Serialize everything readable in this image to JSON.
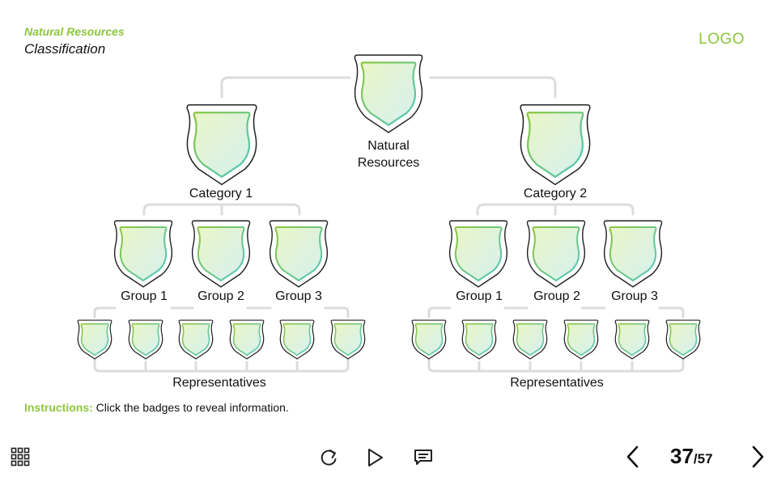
{
  "header": {
    "subtitle": "Natural Resources",
    "title": "Classification",
    "logo": "LOGO"
  },
  "tree": {
    "root": "Natural\nResources",
    "categories": [
      {
        "label": "Category 1",
        "groups": [
          "Group 1",
          "Group 2",
          "Group 3"
        ],
        "representatives_label": "Representatives"
      },
      {
        "label": "Category 2",
        "groups": [
          "Group 1",
          "Group 2",
          "Group 3"
        ],
        "representatives_label": "Representatives"
      }
    ]
  },
  "instructions": {
    "key": "Instructions:",
    "text": "Click the badges to reveal information."
  },
  "footer": {
    "menu_icon": "grid-menu-icon",
    "replay_icon": "replay-icon",
    "play_icon": "play-icon",
    "notes_icon": "notes-icon",
    "prev_icon": "chevron-left-icon",
    "next_icon": "chevron-right-icon",
    "page_current": "37",
    "page_total": "/57"
  },
  "colors": {
    "accent": "#8cc63f",
    "connector": "#dcdcdc",
    "badge_outline": "#222222",
    "badge_fill_start": "#e9f6c8",
    "badge_fill_end": "#d6f0ee",
    "badge_stroke_start": "#8cc63f",
    "badge_stroke_end": "#4fc8c0"
  }
}
